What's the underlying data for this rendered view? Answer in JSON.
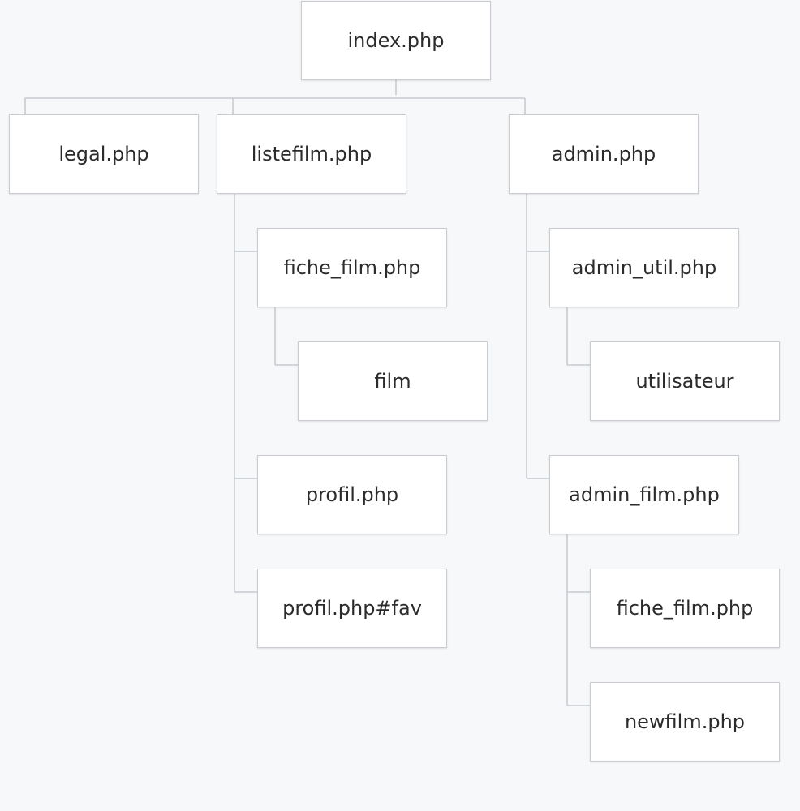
{
  "sitemap": {
    "nodes": [
      {
        "id": "index",
        "label": "index.php"
      },
      {
        "id": "legal",
        "label": "legal.php"
      },
      {
        "id": "listefilm",
        "label": "listefilm.php"
      },
      {
        "id": "admin",
        "label": "admin.php"
      },
      {
        "id": "fiche_film",
        "label": "fiche_film.php"
      },
      {
        "id": "film",
        "label": "film"
      },
      {
        "id": "profil",
        "label": "profil.php"
      },
      {
        "id": "profil_fav",
        "label": "profil.php#fav"
      },
      {
        "id": "admin_util",
        "label": "admin_util.php"
      },
      {
        "id": "utilisateur",
        "label": "utilisateur"
      },
      {
        "id": "admin_film",
        "label": "admin_film.php"
      },
      {
        "id": "admin_fiche_film",
        "label": "fiche_film.php"
      },
      {
        "id": "newfilm",
        "label": "newfilm.php"
      }
    ],
    "edges": [
      [
        "index",
        "legal"
      ],
      [
        "index",
        "listefilm"
      ],
      [
        "index",
        "admin"
      ],
      [
        "listefilm",
        "fiche_film"
      ],
      [
        "fiche_film",
        "film"
      ],
      [
        "listefilm",
        "profil"
      ],
      [
        "listefilm",
        "profil_fav"
      ],
      [
        "admin",
        "admin_util"
      ],
      [
        "admin_util",
        "utilisateur"
      ],
      [
        "admin",
        "admin_film"
      ],
      [
        "admin_film",
        "admin_fiche_film"
      ],
      [
        "admin_film",
        "newfilm"
      ]
    ]
  }
}
